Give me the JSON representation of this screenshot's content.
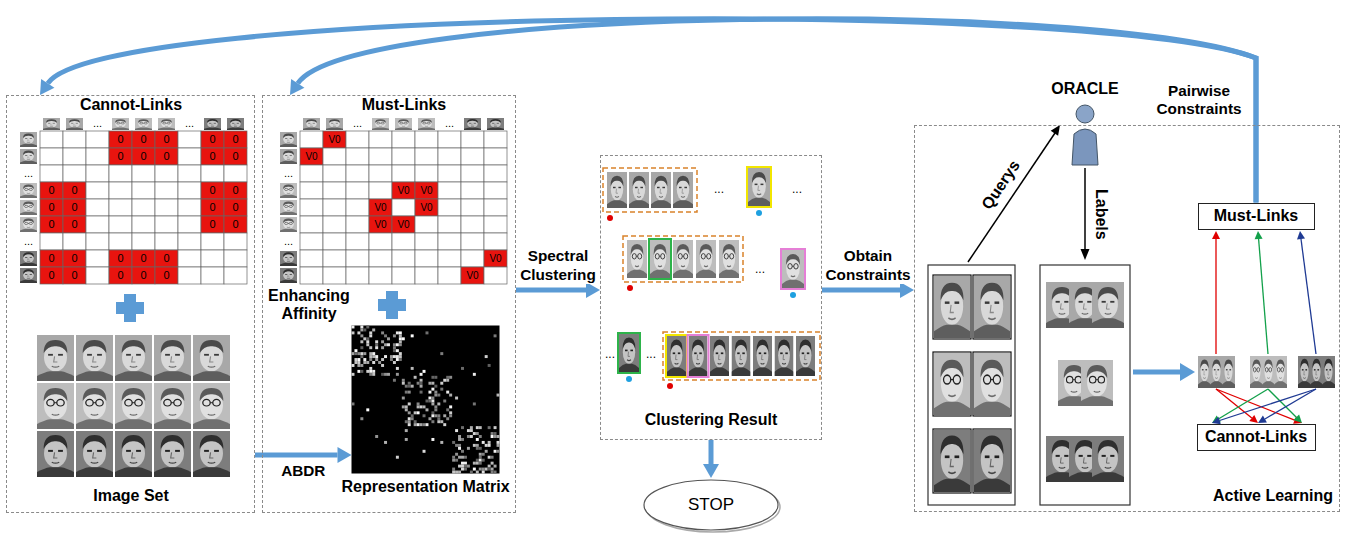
{
  "diagram": {
    "nodes": [
      {
        "text": [
          "Cannot-Links",
          "Image Set"
        ]
      },
      {
        "text": [
          "Must-Links",
          "Enhancing Affinity"
        ]
      },
      {
        "text": [
          "Representation Matrix"
        ],
        "in": 1
      },
      {
        "text": [
          "Clustering Result"
        ]
      },
      {
        "text": [
          "STOP"
        ]
      },
      {
        "text": [
          "Active Learning"
        ]
      },
      {
        "text": [
          "Must-Links"
        ],
        "in": 5
      },
      {
        "text": [
          "Cannot-Links"
        ],
        "in": 5
      }
    ],
    "edges": [
      {
        "from": 0,
        "to": 2,
        "label": "ABDR",
        "arrow": "to"
      },
      {
        "from": 1,
        "to": 3,
        "label": "Spectral Clustering",
        "arrow": "to"
      },
      {
        "from": 3,
        "to": 4,
        "arrow": "to"
      },
      {
        "from": 3,
        "to": 5,
        "label": "Obtain Constraints",
        "arrow": "to"
      },
      {
        "from": 6,
        "to": 0,
        "label": "Pairwise Constraints",
        "arrow": "to"
      },
      {
        "from": 6,
        "to": 1,
        "arrow": "to"
      }
    ],
    "labels": [
      "0",
      "0",
      "0",
      "0",
      "0",
      "0",
      "0",
      "0",
      "0",
      "0",
      "0",
      "0",
      "0",
      "0",
      "0",
      "0",
      "0",
      "0",
      "0",
      "0",
      "0",
      "0",
      "0",
      "0",
      "0",
      "0",
      "0",
      "0",
      "0",
      "0",
      "0",
      "0",
      "V0",
      "V0",
      "V0",
      "V0",
      "V0",
      "V0",
      "V0",
      "V0",
      "V0",
      "V0",
      "...",
      "...",
      "...",
      "...",
      "...",
      "...",
      "...",
      "...",
      "...",
      "...",
      "...",
      "...",
      "...",
      "ORACLE",
      "Querys",
      "Labels"
    ]
  }
}
